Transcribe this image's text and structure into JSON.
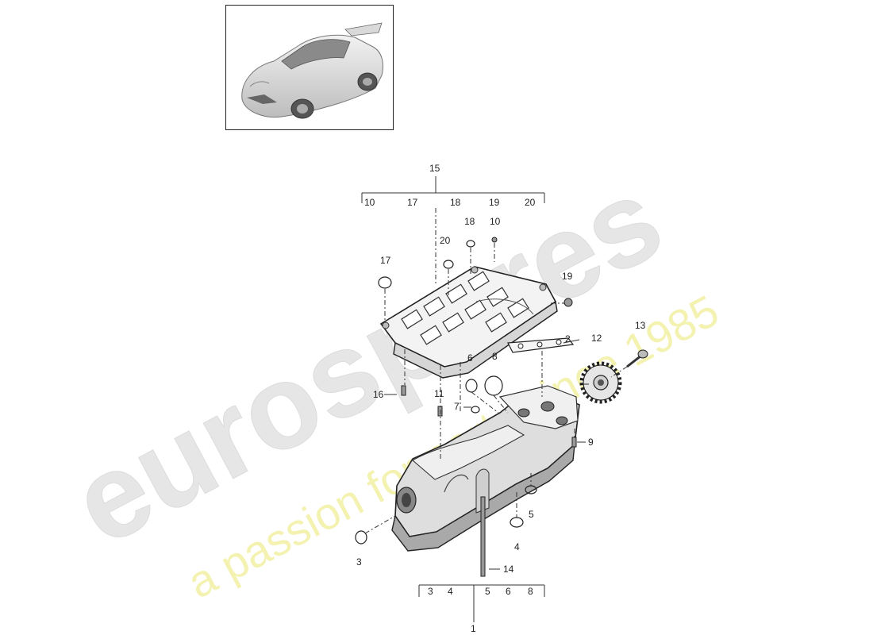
{
  "watermark": {
    "brand": "eurospares",
    "tagline": "a passion for parts since 1985",
    "brand_color": "#e6e6e6",
    "tagline_color": "#f4f2b0"
  },
  "thumbnail": {
    "icon": "car-icon"
  },
  "callouts": {
    "c1": "1",
    "c2": "2",
    "c3": "3",
    "c4": "4",
    "c5": "5",
    "c6": "6",
    "c7": "7",
    "c8": "8",
    "c9": "9",
    "c10": "10",
    "c11": "11",
    "c12": "12",
    "c13": "13",
    "c14": "14",
    "c15": "15",
    "c16": "16",
    "c17": "17",
    "c18": "18",
    "c19": "19",
    "c20": "20"
  },
  "groups": {
    "group15": [
      "10",
      "17",
      "18",
      "19",
      "20"
    ],
    "group1": [
      "3",
      "4",
      "5",
      "6",
      "8"
    ]
  }
}
